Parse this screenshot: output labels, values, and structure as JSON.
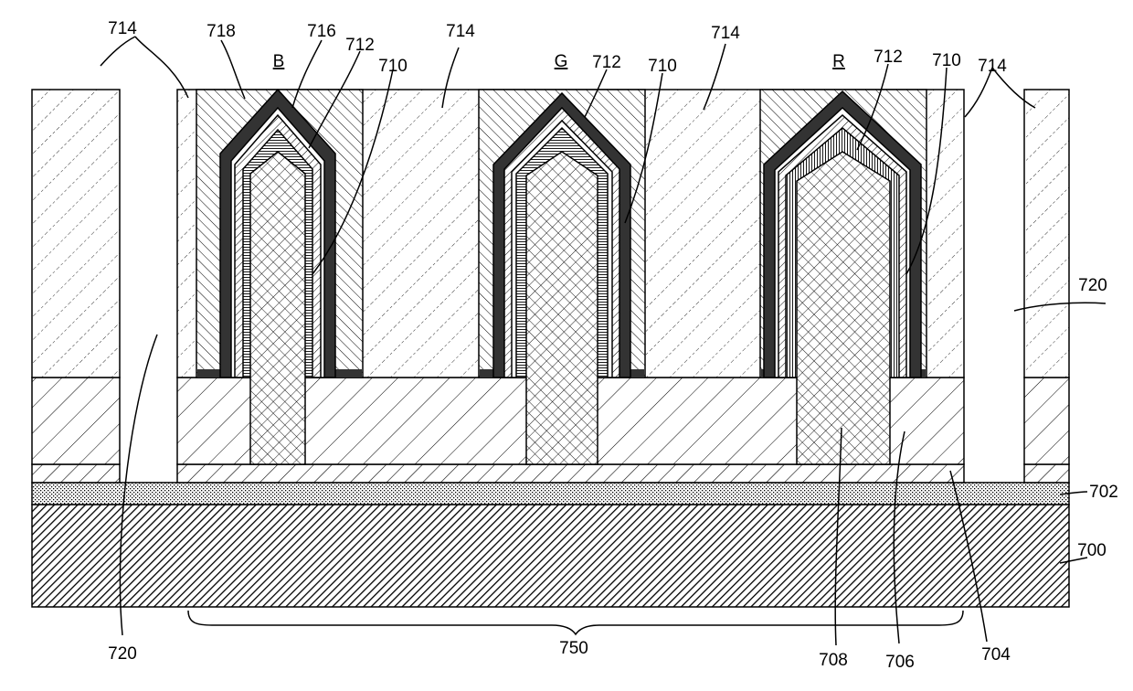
{
  "figure": {
    "colors": {
      "ink": "#000000",
      "paper": "#ffffff",
      "dark_layer": "#333333"
    },
    "labels": {
      "l700": "700",
      "l702": "702",
      "l704": "704",
      "l706": "706",
      "l708": "708",
      "l710": "710",
      "l712": "712",
      "l714": "714",
      "l716": "716",
      "l718": "718",
      "l720": "720",
      "l750": "750",
      "blue": "B",
      "green": "G",
      "red": "R"
    }
  }
}
